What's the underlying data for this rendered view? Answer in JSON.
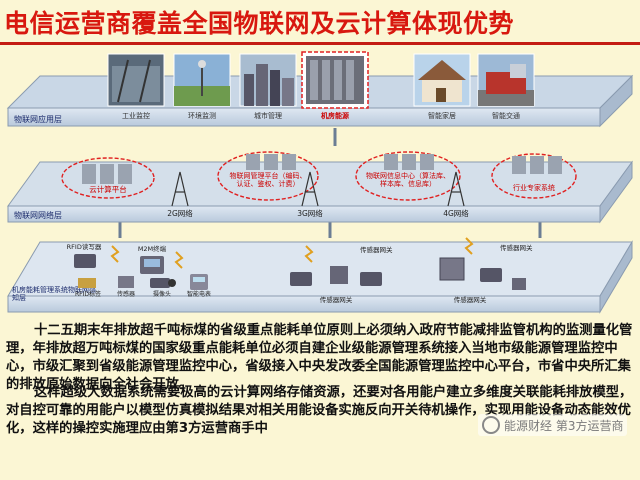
{
  "title": "电信运营商覆盖全国物联网及云计算体现优势",
  "layers": {
    "application": "物联网应用层",
    "network": "物联网网络层",
    "perception": "机房能耗管理系统物联网感知层"
  },
  "apps": [
    "工业监控",
    "环境监测",
    "城市管理",
    "机房能源",
    "智能家居",
    "智能交通"
  ],
  "platforms": [
    "云计算平台",
    "物联网管理平台（编码、认证、鉴权、计费）",
    "物联网信息中心（算法库、样本库、信息库）",
    "行业专家系统"
  ],
  "networks": [
    "2G网络",
    "3G网络",
    "4G网络"
  ],
  "devices": {
    "rfid_reader": "RFID读写器",
    "m2m": "M2M终端",
    "rfid_tag": "RFID标签",
    "sensor": "传感器",
    "camera": "摄像头",
    "meter": "智能电表",
    "gateway_label_mid": "传感器网关",
    "gateway_label_right": "传感器网关"
  },
  "paragraphs": {
    "p1": "十二五期末年排放超千吨标煤的省级重点能耗单位原则上必须纳入政府节能减排监管机构的监测量化管理，年排放超万吨标煤的国家级重点能耗单位必须自建企业级能源管理系统接入当地市级能源管理监控中心，市级汇聚到省级能源管理监控中心，省级接入中央发改委全国能源管理监控中心平台，市省中央所汇集的排放原始数据向全社会开放。",
    "p2": "这样超级大数据系统需要极高的云计算网络存储资源，还要对各用能户建立多维度关联能耗排放模型，对自控可靠的用能户以模型仿真模拟结果对相关用能设备实施反向开关待机操作，实现用能设备动态能效优化，这样的操控实施理应由第3方运营商手中"
  },
  "watermark": "能源财经 第3方运营商",
  "colors": {
    "title": "#d8180f",
    "dashed_ellipse": "#e02020",
    "rule": "#c41c12"
  }
}
